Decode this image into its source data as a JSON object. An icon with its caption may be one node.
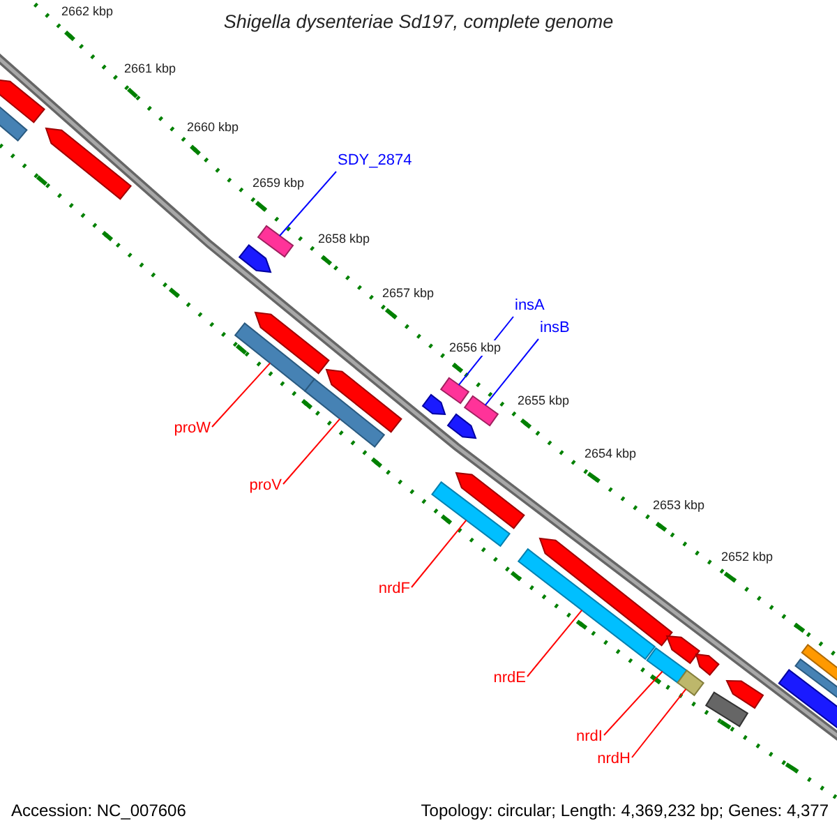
{
  "diagram": {
    "title": "Shigella dysenteriae Sd197, complete genome",
    "nodes": [
      {
        "text": [
          "SDY_2874"
        ]
      },
      {
        "text": [],
        "shape": "bar"
      },
      {
        "text": [
          "insA"
        ]
      },
      {
        "text": [],
        "shape": "bar"
      },
      {
        "text": [
          "insB"
        ]
      },
      {
        "text": [],
        "shape": "bar"
      },
      {
        "text": [
          "proW"
        ]
      },
      {
        "text": [],
        "shape": "bar"
      },
      {
        "text": [
          "proV"
        ]
      },
      {
        "text": [],
        "shape": "bar"
      },
      {
        "text": [
          "nrdF"
        ]
      },
      {
        "text": [],
        "shape": "bar"
      },
      {
        "text": [
          "nrdE"
        ]
      },
      {
        "text": [],
        "shape": "bar"
      },
      {
        "text": [
          "nrdI"
        ]
      },
      {
        "text": [],
        "shape": "bar"
      },
      {
        "text": [
          "nrdH"
        ]
      },
      {
        "text": [],
        "shape": "bar"
      },
      {
        "text": [],
        "shape": "bar"
      },
      {
        "text": [],
        "shape": "bar"
      },
      {
        "text": [],
        "shape": "bar"
      },
      {
        "text": [],
        "shape": "bar"
      },
      {
        "text": [],
        "shape": "bar"
      },
      {
        "text": [],
        "shape": "bar"
      },
      {
        "text": [],
        "shape": "bar"
      },
      {
        "text": [],
        "shape": "bar"
      },
      {
        "text": [],
        "shape": "bar"
      },
      {
        "text": [],
        "shape": "bar"
      },
      {
        "text": [],
        "shape": "bar"
      },
      {
        "text": [],
        "shape": "bar"
      },
      {
        "text": [],
        "shape": "bar"
      },
      {
        "text": [],
        "shape": "bar"
      },
      {
        "text": [],
        "shape": "bar"
      },
      {
        "text": [],
        "shape": "bar"
      },
      {
        "text": [],
        "shape": "bar"
      }
    ],
    "edges": [
      {
        "from": 0,
        "to": 1,
        "arrow": "none",
        "color": "#0000ff"
      },
      {
        "from": 2,
        "to": 3,
        "arrow": "none",
        "color": "#0000ff"
      },
      {
        "from": 4,
        "to": 5,
        "arrow": "none",
        "color": "#0000ff"
      },
      {
        "from": 6,
        "to": 7,
        "arrow": "none"
      },
      {
        "from": 8,
        "to": 9,
        "arrow": "none"
      },
      {
        "from": 10,
        "to": 11,
        "arrow": "none"
      },
      {
        "from": 12,
        "to": 13,
        "arrow": "none"
      },
      {
        "from": 14,
        "to": 15,
        "arrow": "none"
      },
      {
        "from": 16,
        "to": 17,
        "arrow": "none"
      }
    ],
    "labels": [
      "2662 kbp",
      "2661 kbp",
      "2660 kbp",
      "2659 kbp",
      "2658 kbp",
      "2657 kbp",
      "2656 kbp",
      "2655 kbp",
      "2654 kbp",
      "2653 kbp",
      "2652 kbp",
      "Accession: NC_007606",
      "Topology: circular; Length: 4,369,232 bp; Genes: 4,377"
    ]
  }
}
